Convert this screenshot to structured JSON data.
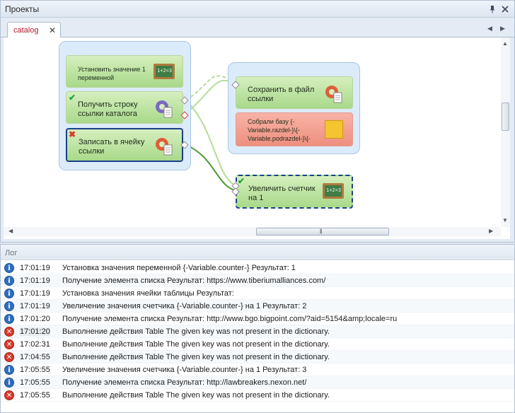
{
  "projects_panel": {
    "title": "Проекты",
    "pin_icon": "pin-icon",
    "close_icon": "close-icon",
    "tabs": [
      {
        "label": "catalog",
        "close_glyph": "✕"
      }
    ],
    "tab_prev_glyph": "◀",
    "tab_next_glyph": "▶"
  },
  "workflow": {
    "group1": {
      "nodes": [
        {
          "label": "Установить значение 1 переменной",
          "icon": "chalkboard-icon",
          "status": "none"
        },
        {
          "label": "Получить строку ссылки каталога",
          "icon": "gear-document-icon",
          "status": "success"
        },
        {
          "label": "Записать в ячейку ссылки",
          "icon": "gear-document-icon",
          "status": "error",
          "selected": true
        }
      ]
    },
    "group2": {
      "nodes": [
        {
          "label": "Сохранить в файл ссылки",
          "icon": "gear-document-icon"
        },
        {
          "label": "Собрали базу {-Variable.razdel-}\\{-Variable.podrazdel-}\\{-",
          "icon": "sticky-note-icon",
          "type": "note"
        }
      ]
    },
    "standalone_node": {
      "label": "Увеличить счетчик на 1",
      "icon": "chalkboard-icon",
      "status": "success"
    },
    "board_text": "1+2=3"
  },
  "log": {
    "title": "Лог",
    "rows": [
      {
        "type": "info",
        "time": "17:01:19",
        "message": "Установка значения переменной {-Variable.counter-}  Результат: 1"
      },
      {
        "type": "info",
        "time": "17:01:19",
        "message": "Получение элемента списка  Результат: https://www.tiberiumalliances.com/"
      },
      {
        "type": "info",
        "time": "17:01:19",
        "message": "Установка значения ячейки таблицы  Результат:"
      },
      {
        "type": "info",
        "time": "17:01:19",
        "message": "Увеличение значения счетчика {-Variable.counter-} на 1  Результат: 2"
      },
      {
        "type": "info",
        "time": "17:01:20",
        "message": "Получение элемента списка  Результат: http://www.bgo.bigpoint.com/?aid=5154&amp;locale=ru"
      },
      {
        "type": "error",
        "time": "17:01:20",
        "message": "Выполнение действия Table The given key was not present in the dictionary."
      },
      {
        "type": "error",
        "time": "17:02:31",
        "message": "Выполнение действия Table The given key was not present in the dictionary."
      },
      {
        "type": "error",
        "time": "17:04:55",
        "message": "Выполнение действия Table The given key was not present in the dictionary."
      },
      {
        "type": "info",
        "time": "17:05:55",
        "message": "Увеличение значения счетчика {-Variable.counter-} на 1  Результат: 3"
      },
      {
        "type": "info",
        "time": "17:05:55",
        "message": "Получение элемента списка  Результат: http://lawbreakers.nexon.net/"
      },
      {
        "type": "error",
        "time": "17:05:55",
        "message": "Выполнение действия Table The given key was not present in the dictionary."
      }
    ],
    "info_glyph": "i",
    "error_glyph": "✕"
  }
}
